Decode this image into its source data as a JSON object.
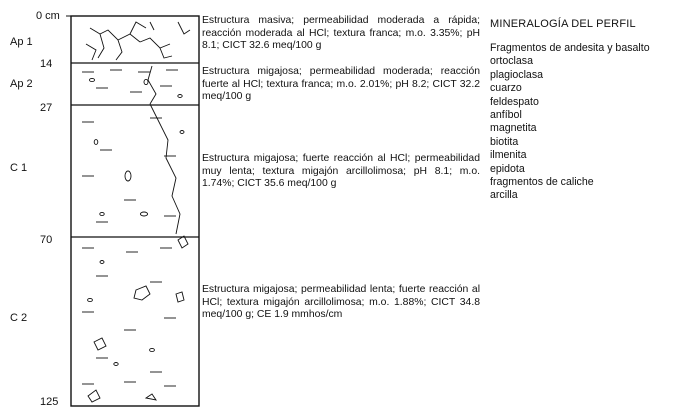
{
  "depths": {
    "d0": "0 cm",
    "d14": "14",
    "d27": "27",
    "d70": "70",
    "d125": "125"
  },
  "horizons": {
    "ap1": "Ap 1",
    "ap2": "Ap 2",
    "c1": "C 1",
    "c2": "C 2"
  },
  "descriptions": {
    "ap1": "Estructura masiva; permeabilidad moderada a rápida; reacción moderada al HCl; textura franca; m.o. 3.35%; pH 8.1; CICT 32.6 meq/100 g",
    "ap2": "Estructura migajosa; permeabilidad moderada; reacción fuerte al HCl; textura franca; m.o. 2.01%; pH 8.2; CICT 32.2 meq/100 g",
    "c1": "Estructura migajosa; fuerte reacción al HCl; permeabilidad muy lenta; textura migajón arcillolimosa; pH 8.1; m.o. 1.74%; CICT 35.6 meq/100 g",
    "c2": "Estructura migajosa; permeabilidad lenta; fuerte reacción al HCl; textura migajón arcillolimosa; m.o. 1.88%; CICT 34.8 meq/100 g; CE 1.9 mmhos/cm"
  },
  "mineralogy": {
    "title": "MINERALOGÍA DEL PERFIL",
    "items": [
      "Fragmentos de andesita y basalto",
      "ortoclasa",
      "plagioclasa",
      "cuarzo",
      "feldespato",
      "anfíbol",
      "magnetita",
      "biotita",
      "ilmenita",
      "epidota",
      "fragmentos de caliche",
      "arcilla"
    ]
  }
}
